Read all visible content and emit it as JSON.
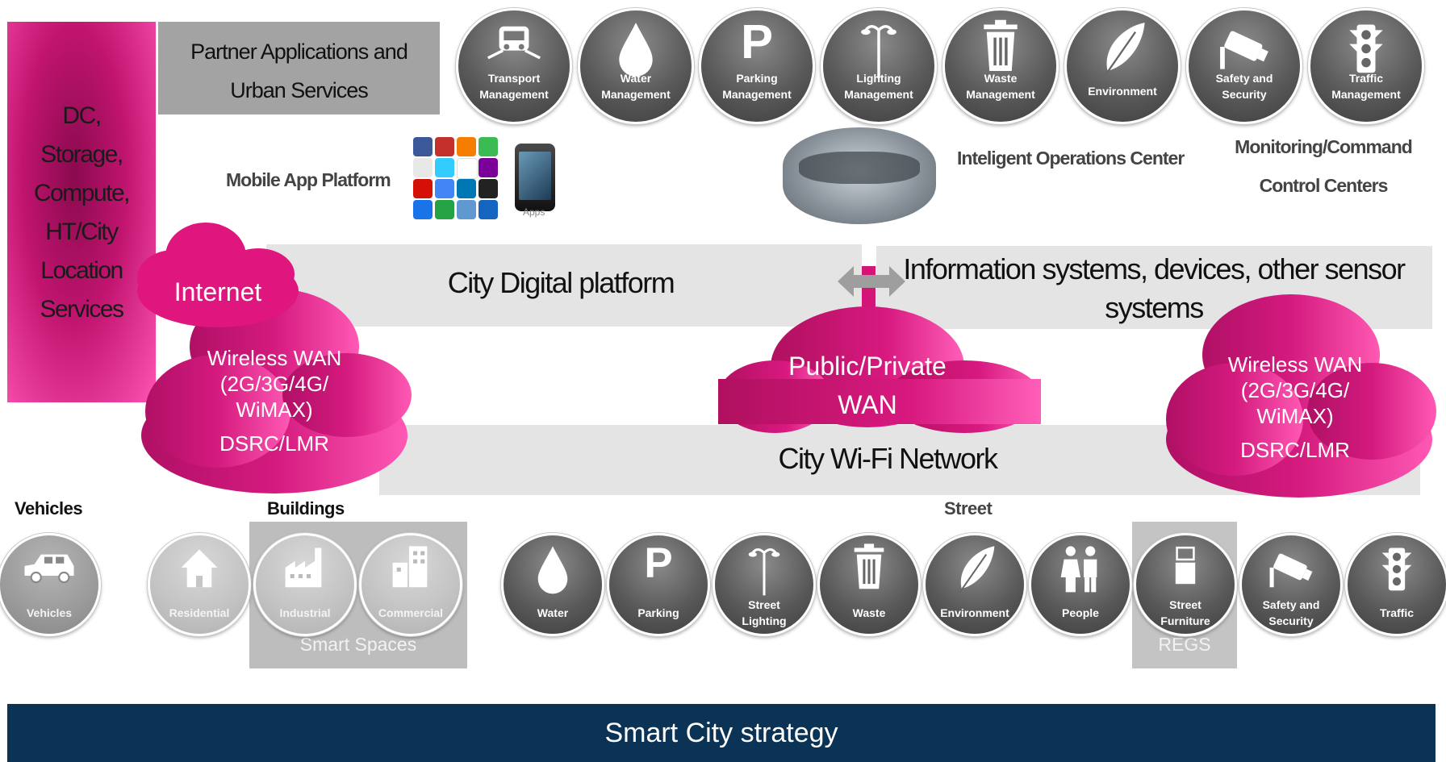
{
  "left_column": {
    "lines": [
      "DC,",
      "Storage,",
      "Compute,",
      "HT/City",
      "Location",
      "Services"
    ],
    "color": "#c0146f"
  },
  "partner": {
    "line1": "Partner Applications and",
    "line2": "Urban Services"
  },
  "top_services": [
    {
      "icon": "transport-icon",
      "label": "Transport\nManagement"
    },
    {
      "icon": "water-drop-icon",
      "label": "Water\nManagement"
    },
    {
      "icon": "parking-icon",
      "label": "Parking\nManagement"
    },
    {
      "icon": "street-light-icon",
      "label": "Lighting\nManagement"
    },
    {
      "icon": "waste-bin-icon",
      "label": "Waste\nManagement"
    },
    {
      "icon": "leaf-icon",
      "label": "Environment"
    },
    {
      "icon": "security-camera-icon",
      "label": "Safety and\nSecurity"
    },
    {
      "icon": "traffic-light-icon",
      "label": "Traffic\nManagement"
    }
  ],
  "mobile_app_platform": "Mobile App Platform",
  "apps_label": "Apps",
  "ioc_label": "Inteligent Operations Center",
  "monitoring": {
    "line1": "Monitoring/Command",
    "line2": "Control Centers"
  },
  "internet": "Internet",
  "city_digital_platform": "City Digital platform",
  "info_systems": {
    "line1": "Information systems, devices, other sensor",
    "line2": "systems"
  },
  "wireless_wan_left": {
    "lines": [
      "Wireless WAN",
      "(2G/3G/4G/",
      "WiMAX)"
    ],
    "sub": "DSRC/LMR"
  },
  "wireless_wan_right": {
    "lines": [
      "Wireless WAN",
      "(2G/3G/4G/",
      "WiMAX)"
    ],
    "sub": "DSRC/LMR"
  },
  "public_private_wan": {
    "line1": "Public/Private",
    "line2": "WAN"
  },
  "city_wifi": "City Wi-Fi Network",
  "section_labels": {
    "vehicles": "Vehicles",
    "buildings": "Buildings",
    "street": "Street"
  },
  "bottom_items": [
    {
      "icon": "suv-car-icon",
      "label": "Vehicles",
      "style": "dark-light"
    },
    {
      "icon": "house-icon",
      "label": "Residential",
      "style": "light"
    },
    {
      "icon": "factory-icon",
      "label": "Industrial",
      "style": "light"
    },
    {
      "icon": "office-building-icon",
      "label": "Commercial",
      "style": "light"
    },
    {
      "icon": "water-drop-icon",
      "label": "Water",
      "style": "dark"
    },
    {
      "icon": "parking-icon",
      "label": "Parking",
      "style": "dark"
    },
    {
      "icon": "street-light-icon",
      "label": "Street\nLighting",
      "style": "dark"
    },
    {
      "icon": "waste-bin-icon",
      "label": "Waste",
      "style": "dark"
    },
    {
      "icon": "leaf-icon",
      "label": "Environment",
      "style": "dark"
    },
    {
      "icon": "people-icon",
      "label": "People",
      "style": "dark"
    },
    {
      "icon": "street-furniture-icon",
      "label": "Street\nFurniture",
      "style": "dark"
    },
    {
      "icon": "security-camera-icon",
      "label": "Safety and\nSecurity",
      "style": "dark"
    },
    {
      "icon": "traffic-light-icon",
      "label": "Traffic",
      "style": "dark"
    }
  ],
  "smart_spaces": "Smart Spaces",
  "regs": "REGS",
  "footer": "Smart City strategy"
}
